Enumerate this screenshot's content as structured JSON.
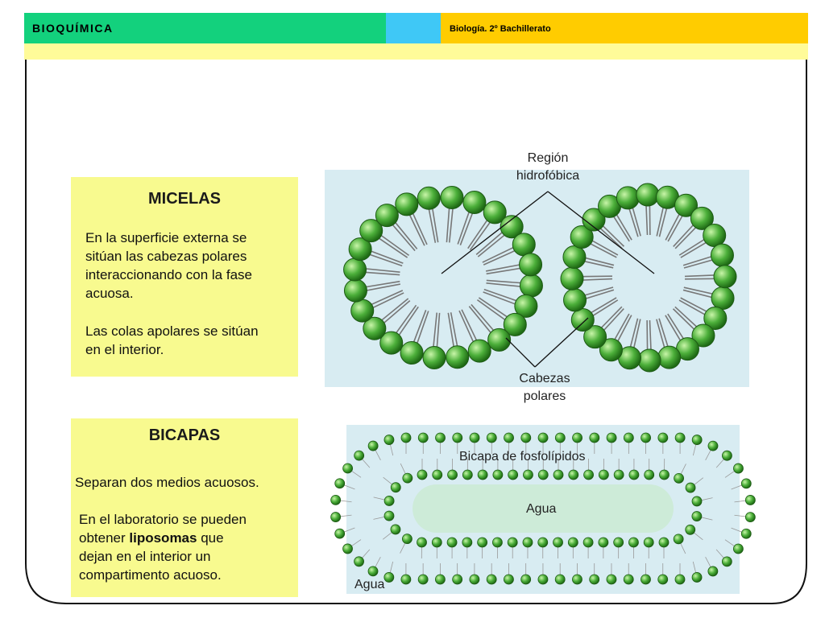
{
  "header": {
    "left_title": "BIOQUÍMICA",
    "right_title": "Biología. 2º Bachillerato"
  },
  "micelas": {
    "title": "MICELAS",
    "paragraph1_lines": [
      "En la superficie externa se",
      "sitúan  las cabezas polares",
      "interaccionando con la fase",
      "acuosa."
    ],
    "paragraph2_lines": [
      "Las colas apolares se sitúan",
      "en el interior."
    ]
  },
  "bicapas": {
    "title": "BICAPAS",
    "paragraph1": "Separan dos medios acuosos.",
    "paragraph2_line1": "En el laboratorio se pueden",
    "paragraph2_line2_pre": "obtener ",
    "paragraph2_line2_bold": "liposomas",
    "paragraph2_line2_post": " que",
    "paragraph2_line3": "dejan en el interior un",
    "paragraph2_line4": "compartimento acuoso."
  },
  "micelle_diagram": {
    "label_region_line1": "Región",
    "label_region_line2": "hidrofóbica",
    "label_heads_line1": "Cabezas",
    "label_heads_line2": "polares"
  },
  "bilayer_diagram": {
    "label_bilayer": "Bicapa de fosfolípidos",
    "label_inner_water": "Agua",
    "label_outer_water": "Agua"
  },
  "colors": {
    "header_green": "#13d17d",
    "header_blue": "#3fc8f6",
    "header_yellow": "#ffcc00",
    "header_strip": "#fffb99",
    "text_box": "#f8fa8f",
    "panel": "#d8ecf2",
    "lipid_head": "#4caf3a",
    "inner_water": "#cdebd8"
  }
}
